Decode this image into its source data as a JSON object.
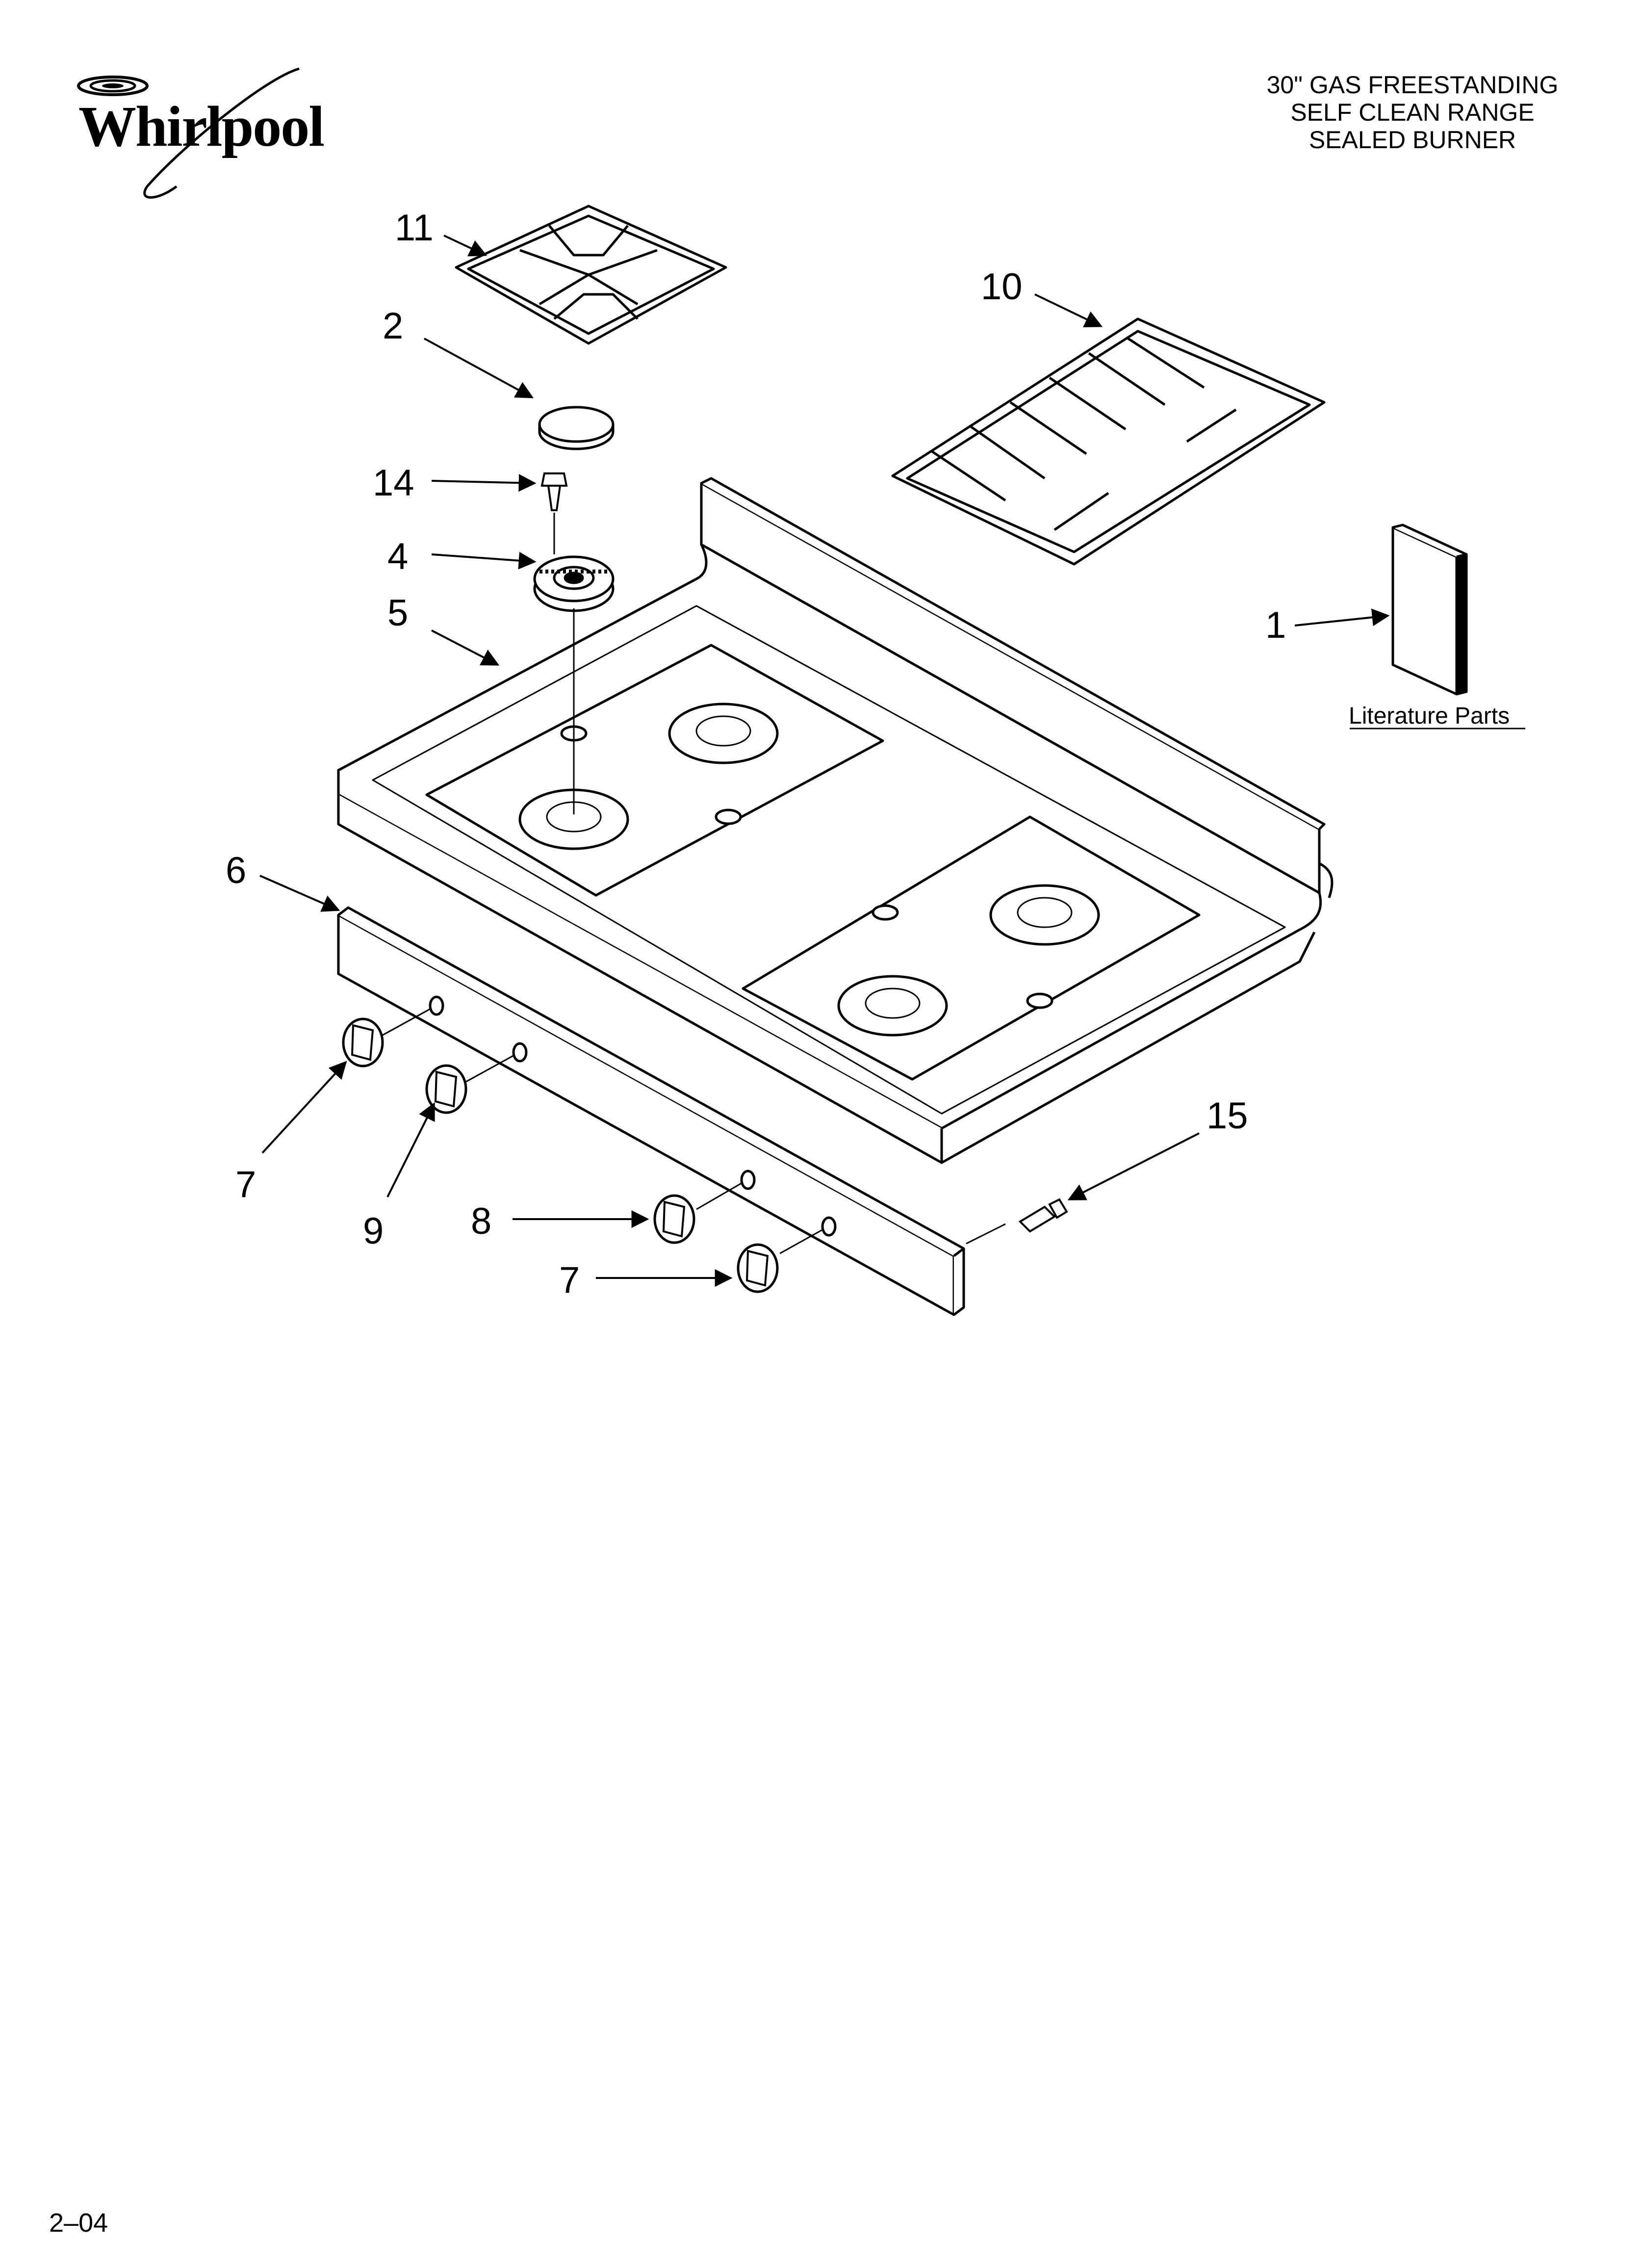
{
  "brand": {
    "logo_text": "Whirlpool"
  },
  "title_lines": [
    "30\" GAS FREESTANDING",
    "SELF CLEAN RANGE",
    "SEALED BURNER"
  ],
  "callouts": {
    "c1": "1",
    "c2": "2",
    "c4": "4",
    "c5": "5",
    "c6": "6",
    "c7a": "7",
    "c7b": "7",
    "c8": "8",
    "c9": "9",
    "c10": "10",
    "c11": "11",
    "c14": "14",
    "c15": "15"
  },
  "literature_label": "Literature Parts",
  "footer_code": "2–04"
}
